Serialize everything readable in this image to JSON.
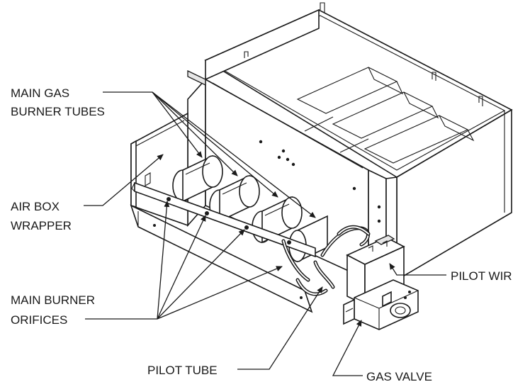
{
  "labels": {
    "main_gas_burner_tubes": [
      "MAIN GAS",
      "BURNER TUBES"
    ],
    "air_box_wrapper": [
      "AIR BOX",
      "WRAPPER"
    ],
    "main_burner_orifices": [
      "MAIN BURNER",
      "ORIFICES"
    ],
    "pilot_tube": "PILOT TUBE",
    "gas_valve": "GAS VALVE",
    "pilot_wire": "PILOT WIR"
  },
  "colors": {
    "ink": "#1a1a1a",
    "background": "#ffffff",
    "shade": "#e6e6e6"
  }
}
